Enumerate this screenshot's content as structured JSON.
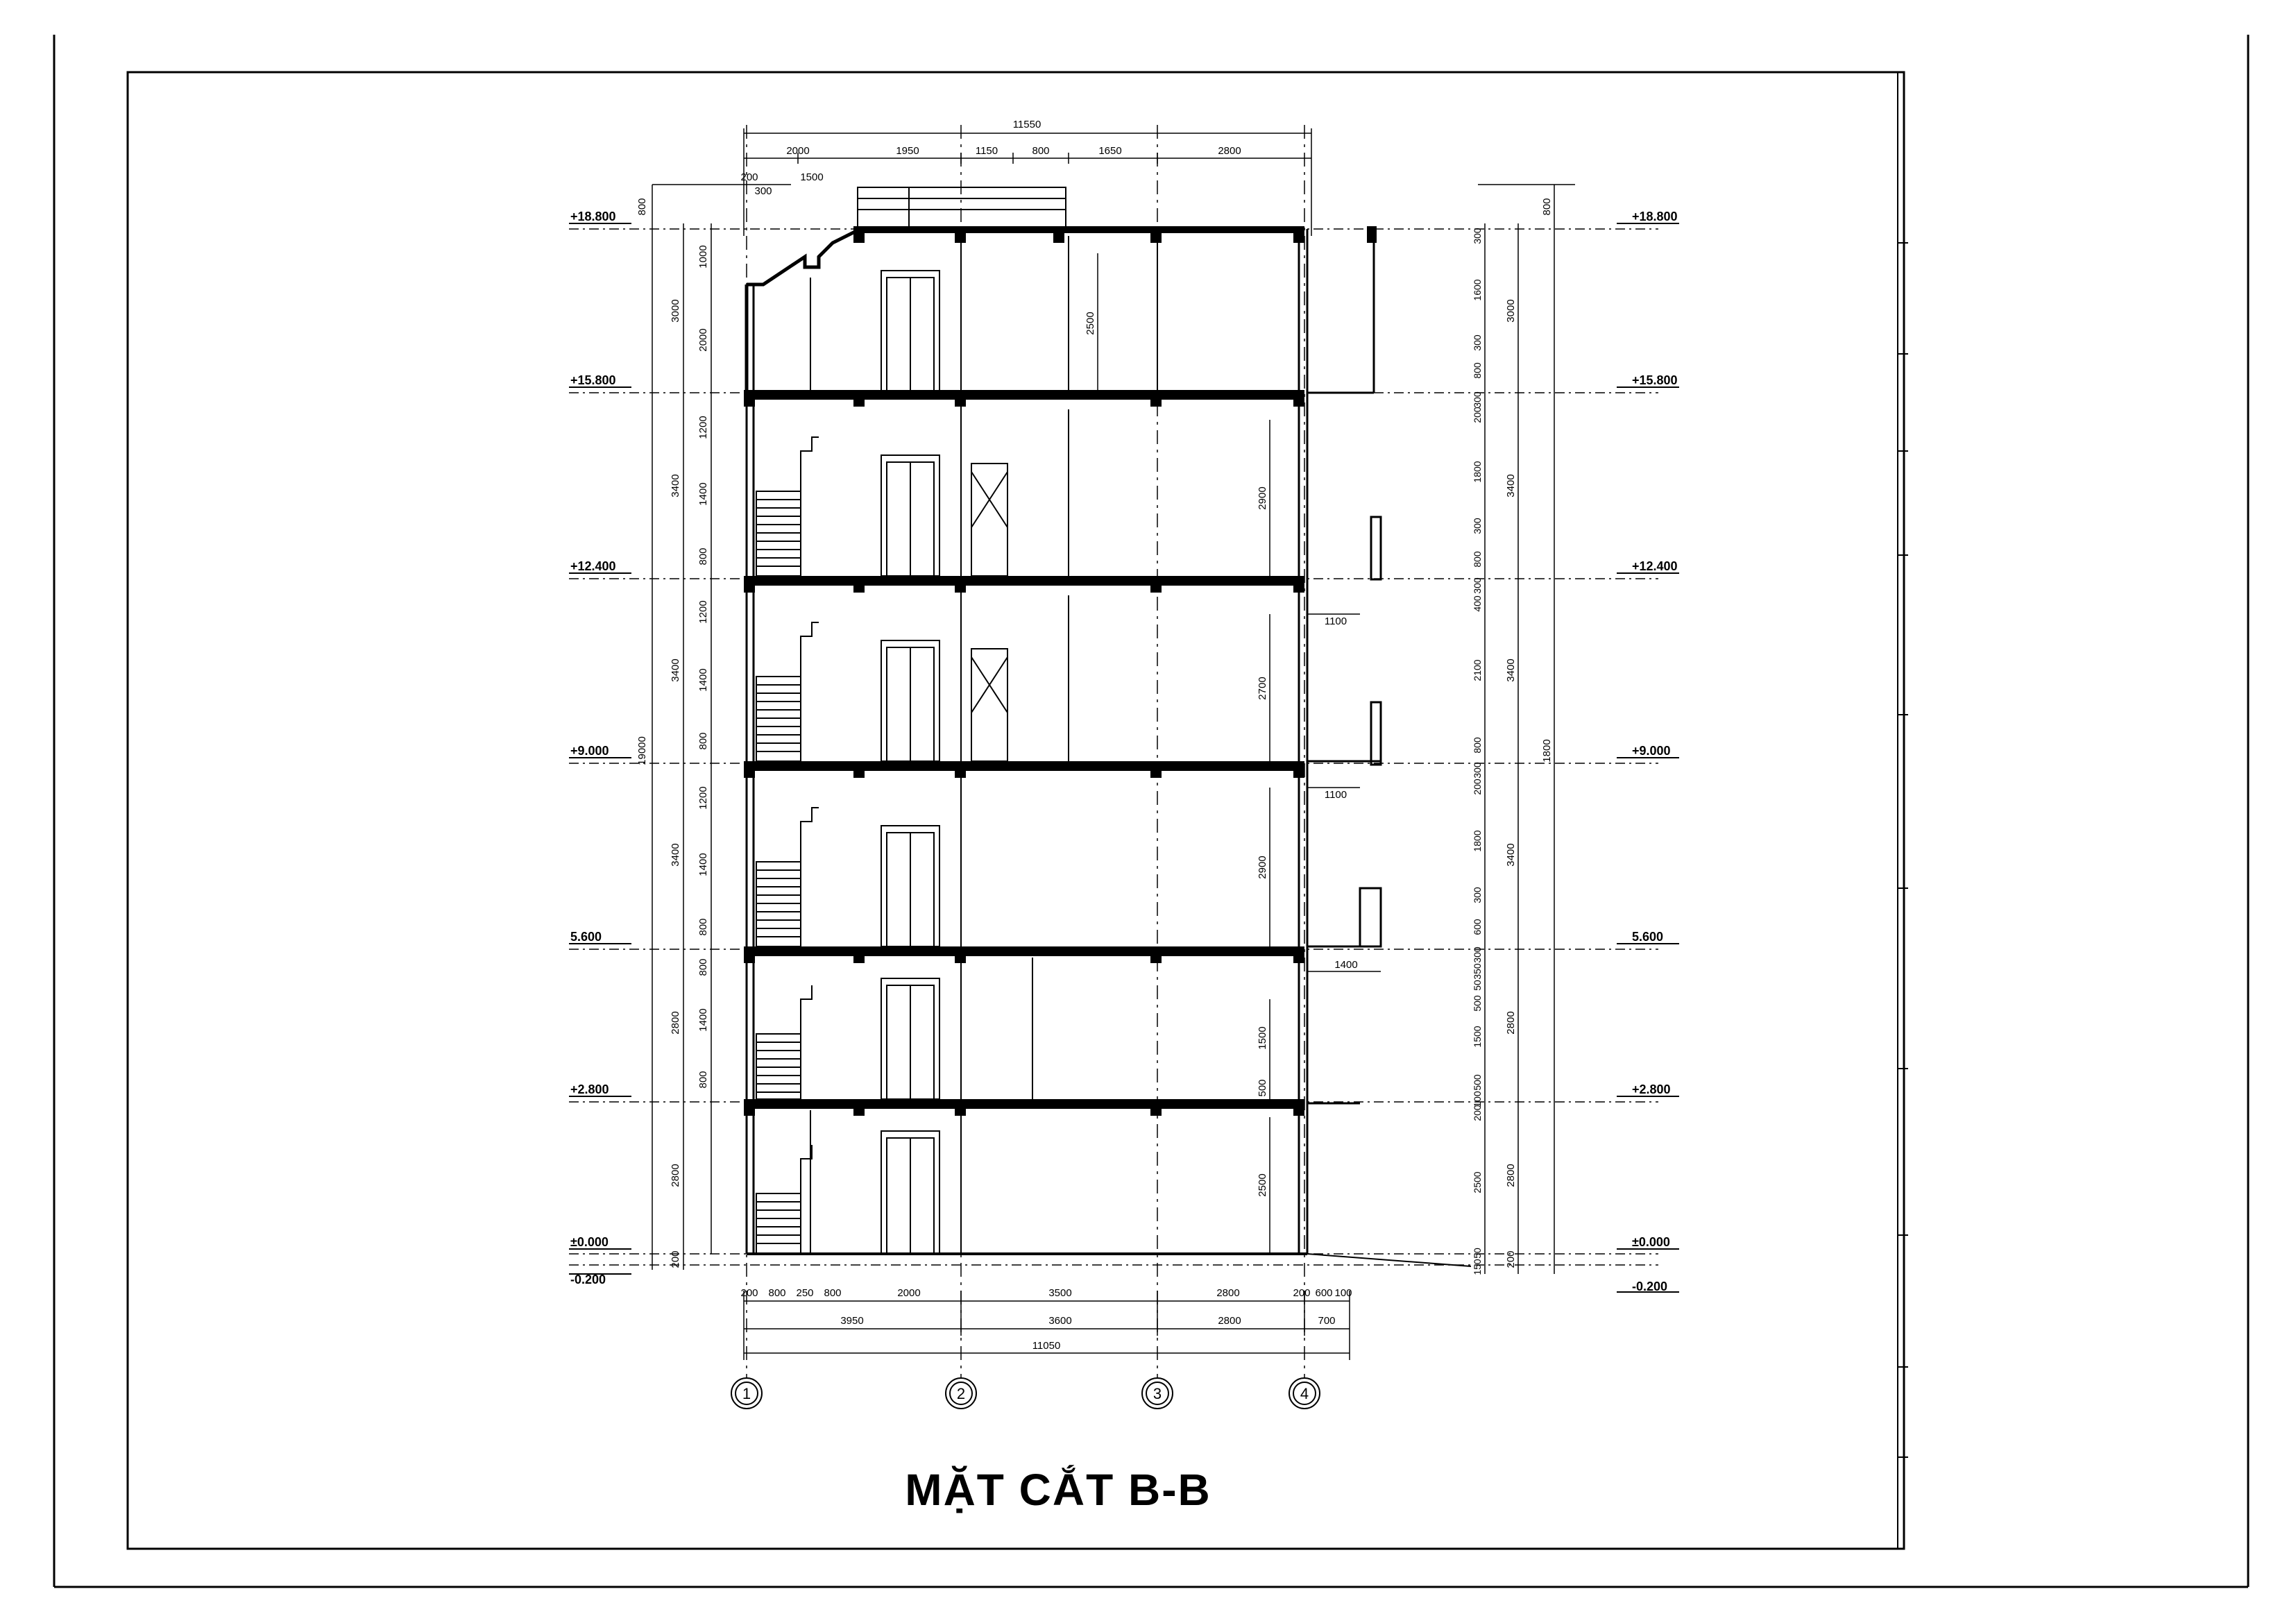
{
  "title": "MẶT CẮT B-B",
  "levels_left": [
    "+18.800",
    "+15.800",
    "+12.400",
    "+9.000",
    "5.600",
    "+2.800",
    "±0.000",
    "-0.200"
  ],
  "levels_right": [
    "+18.800",
    "+15.800",
    "+12.400",
    "+9.000",
    "5.600",
    "+2.800",
    "±0.000",
    "-0.200"
  ],
  "top_total": "11550",
  "top_dims": [
    "2000",
    "1950",
    "1150",
    "800",
    "1650",
    "2800"
  ],
  "top_sub_dims": [
    "200",
    "1500",
    "300"
  ],
  "bottom_dims_1": [
    "200",
    "800",
    "250",
    "800",
    "2000",
    "3500",
    "2800",
    "200",
    "600",
    "100"
  ],
  "bottom_dims_2": [
    "3950",
    "3600",
    "2800",
    "700"
  ],
  "bottom_total": "11050",
  "grid_axes": [
    "1",
    "2",
    "3",
    "4"
  ],
  "left_outer_dims": [
    "800",
    "3000",
    "3400",
    "3400",
    "3400",
    "2800",
    "2800",
    "200",
    "19000"
  ],
  "left_inner_dims": [
    "1000",
    "2000",
    "1200",
    "1400",
    "800",
    "1200",
    "1400",
    "800",
    "1200",
    "1400",
    "800",
    "800",
    "1400",
    "800"
  ],
  "right_inner_dims": [
    "300",
    "1600",
    "300",
    "800",
    "300",
    "200",
    "1800",
    "300",
    "800",
    "300",
    "400",
    "2100",
    "800",
    "300",
    "200",
    "1800",
    "300",
    "600",
    "300",
    "350",
    "50",
    "500",
    "1500",
    "500",
    "100",
    "200",
    "2500",
    "50",
    "150"
  ],
  "right_mid_dims": [
    "800",
    "3000",
    "3400",
    "3400",
    "3400",
    "2800",
    "2800",
    "200"
  ],
  "right_total": "1800",
  "interior_dims": [
    "2500",
    "2900",
    "1100",
    "2700",
    "1100",
    "2900",
    "1400",
    "1500",
    "500",
    "2500"
  ]
}
